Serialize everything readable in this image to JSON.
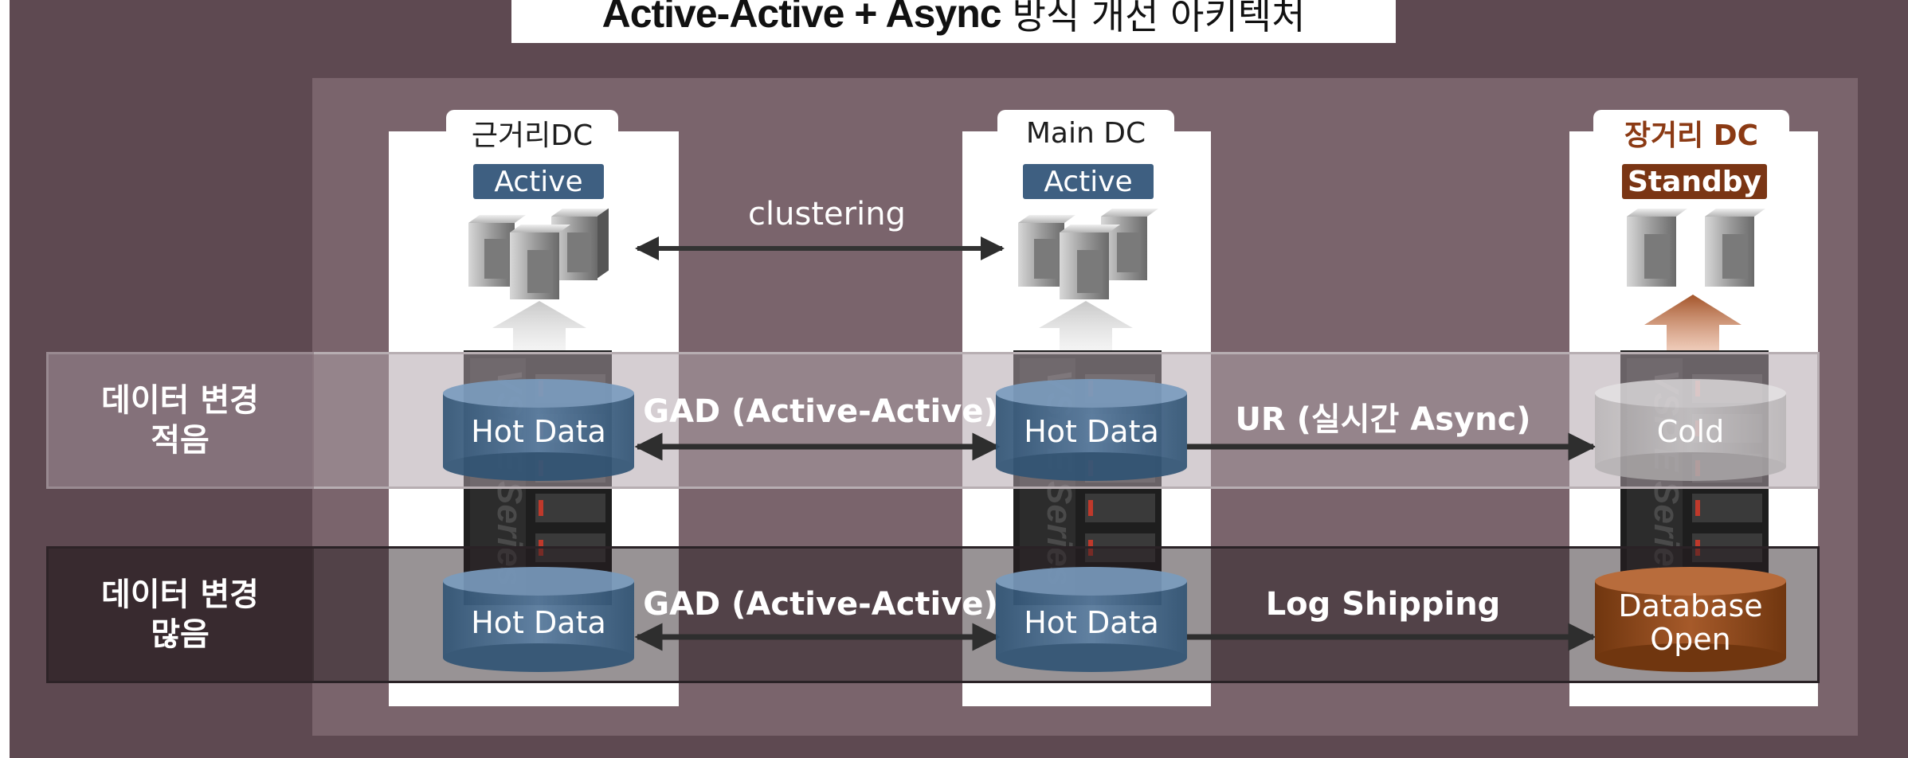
{
  "title": {
    "main": "Active-Active + Async",
    "sub": "방식 개선 아키텍처"
  },
  "datacenters": [
    {
      "name": "근거리DC",
      "status": "Active"
    },
    {
      "name": "Main DC",
      "status": "Active"
    },
    {
      "name": "장거리 DC",
      "status": "Standby"
    }
  ],
  "clustering_label": "clustering",
  "rows": [
    {
      "label": "데이터 변경\n적음",
      "cells": [
        "Hot Data",
        "Hot Data",
        "Cold"
      ],
      "links": [
        "GAD (Active-Active)",
        "UR (실시간 Async)"
      ]
    },
    {
      "label": "데이터 변경\n많음",
      "cells": [
        "Hot Data",
        "Hot Data",
        "Database\nOpen"
      ],
      "links": [
        "GAD (Active-Active)",
        "Log Shipping"
      ]
    }
  ],
  "storage_brand": "VSP E Series",
  "colors": {
    "active": "#3e5f81",
    "standby": "#7a3514",
    "far_dc_text": "#8b3a14",
    "cold_cylinder": "#c7c4c5",
    "open_cylinder": "#8c4a1f"
  },
  "icons": {
    "server": "server-cluster-icon",
    "storage": "storage-array-icon",
    "arrow": "up-arrow-icon"
  }
}
